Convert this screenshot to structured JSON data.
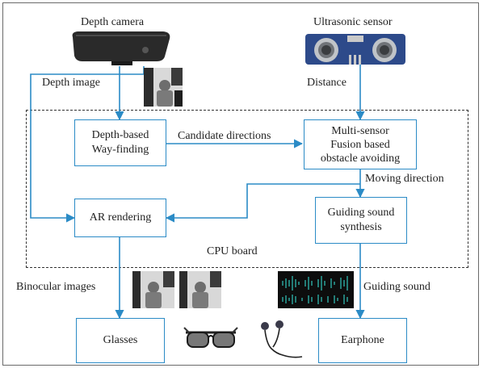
{
  "nodes": {
    "depth_wayfinding": {
      "line1": "Depth-based",
      "line2": "Way-finding"
    },
    "fusion": {
      "line1": "Multi-sensor",
      "line2": "Fusion based",
      "line3": "obstacle avoiding"
    },
    "ar_rendering": {
      "label": "AR rendering"
    },
    "sound_synthesis": {
      "line1": "Guiding sound",
      "line2": "synthesis"
    },
    "glasses": {
      "label": "Glasses"
    },
    "earphone": {
      "label": "Earphone"
    }
  },
  "labels": {
    "depth_camera": "Depth camera",
    "ultrasonic_sensor": "Ultrasonic sensor",
    "depth_image": "Depth image",
    "distance": "Distance",
    "candidate_directions": "Candidate directions",
    "moving_direction": "Moving direction",
    "cpu_board": "CPU board",
    "binocular_images": "Binocular images",
    "guiding_sound": "Guiding sound"
  },
  "colors": {
    "accent": "#2b8bc6",
    "frame": "#6a6a6a",
    "dashed_border": "#333333",
    "waveform": "#2fb8b0"
  },
  "icons": [
    "depth-camera-icon",
    "ultrasonic-sensor-icon",
    "depth-frame-thumbnail",
    "binocular-frames-thumbnail",
    "sound-waveform-thumbnail",
    "ar-glasses-icon",
    "earphones-icon"
  ]
}
